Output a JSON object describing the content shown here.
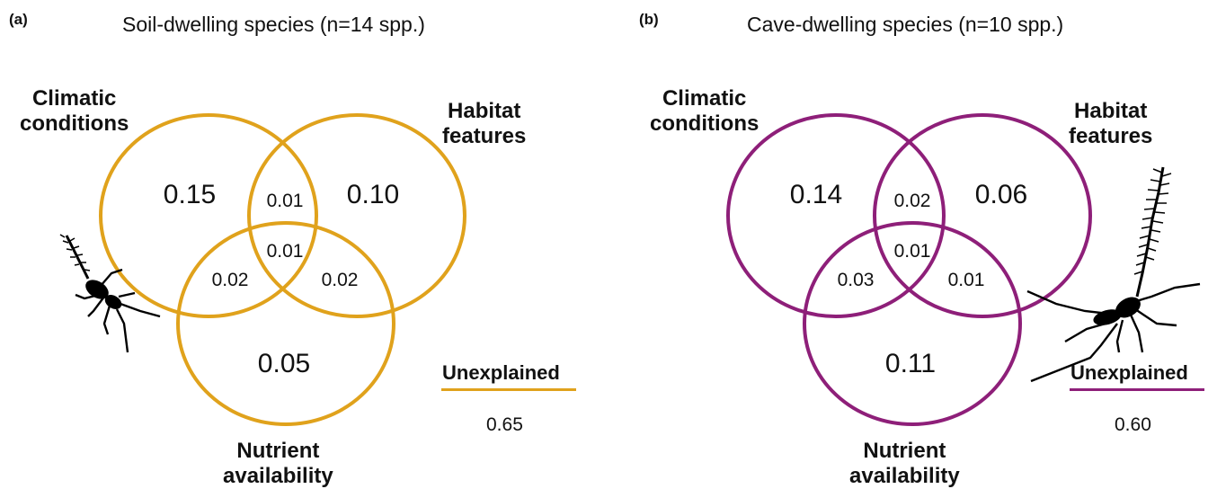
{
  "panels": [
    {
      "id": "a",
      "label": "(a)",
      "title": "Soil-dwelling species (n=14 spp.)",
      "color": "#E0A21C",
      "categories": {
        "climatic": [
          "Climatic",
          "conditions"
        ],
        "habitat": [
          "Habitat",
          "features"
        ],
        "nutrient": [
          "Nutrient",
          "availability"
        ]
      },
      "values": {
        "climatic_only": "0.15",
        "habitat_only": "0.10",
        "nutrient_only": "0.05",
        "climatic_habitat": "0.01",
        "climatic_nutrient": "0.02",
        "habitat_nutrient": "0.02",
        "all_three": "0.01"
      },
      "unexplained_label": "Unexplained",
      "unexplained_value": "0.65"
    },
    {
      "id": "b",
      "label": "(b)",
      "title": "Cave-dwelling species (n=10 spp.)",
      "color": "#8E1F79",
      "categories": {
        "climatic": [
          "Climatic",
          "conditions"
        ],
        "habitat": [
          "Habitat",
          "features"
        ],
        "nutrient": [
          "Nutrient",
          "availability"
        ]
      },
      "values": {
        "climatic_only": "0.14",
        "habitat_only": "0.06",
        "nutrient_only": "0.11",
        "climatic_habitat": "0.02",
        "climatic_nutrient": "0.03",
        "habitat_nutrient": "0.01",
        "all_three": "0.01"
      },
      "unexplained_label": "Unexplained",
      "unexplained_value": "0.60"
    }
  ],
  "icons": [
    "soil-pseudoscorpion-silhouette-icon",
    "cave-pseudoscorpion-silhouette-icon"
  ]
}
